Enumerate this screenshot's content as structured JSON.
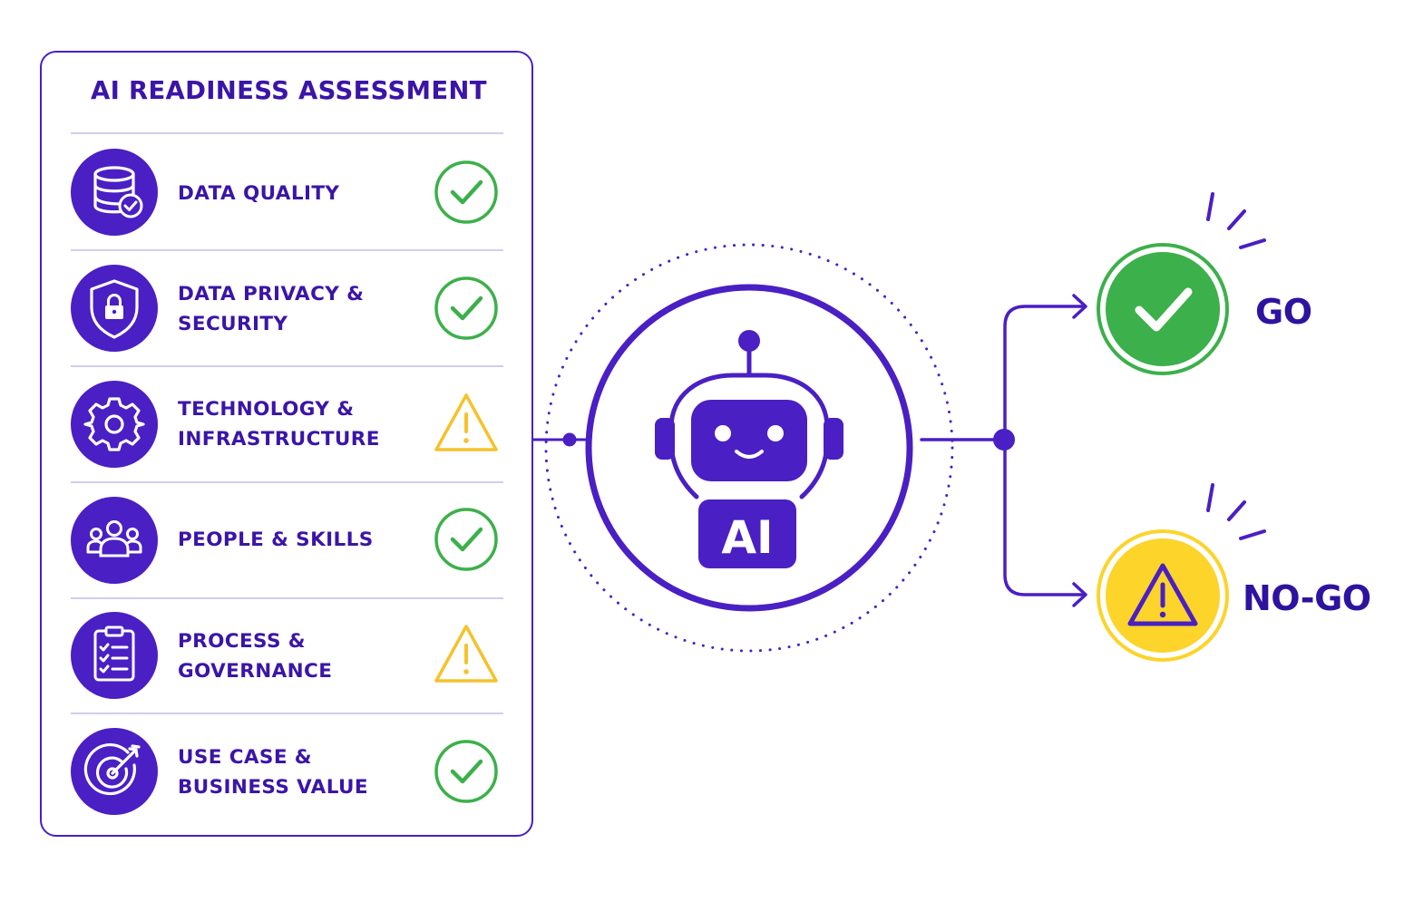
{
  "assessment": {
    "title": "AI READINESS ASSESSMENT",
    "items": [
      {
        "label_line1": "DATA QUALITY",
        "label_line2": "",
        "icon": "database-check-icon",
        "status": "pass"
      },
      {
        "label_line1": "DATA PRIVACY &",
        "label_line2": "SECURITY",
        "icon": "shield-lock-icon",
        "status": "pass"
      },
      {
        "label_line1": "TECHNOLOGY &",
        "label_line2": "INFRASTRUCTURE",
        "icon": "gear-icon",
        "status": "warning"
      },
      {
        "label_line1": "PEOPLE & SKILLS",
        "label_line2": "",
        "icon": "people-group-icon",
        "status": "pass"
      },
      {
        "label_line1": "PROCESS &",
        "label_line2": "GOVERNANCE",
        "icon": "clipboard-checklist-icon",
        "status": "warning"
      },
      {
        "label_line1": "USE CASE &",
        "label_line2": "BUSINESS VALUE",
        "icon": "target-arrow-icon",
        "status": "pass"
      }
    ]
  },
  "center": {
    "icon": "robot-icon",
    "badge_text": "AI"
  },
  "outcomes": {
    "go": {
      "label": "GO",
      "icon": "check-icon",
      "color": "#3cb04a"
    },
    "nogo": {
      "label": "NO-GO",
      "icon": "warning-icon",
      "color": "#fcd42a"
    }
  },
  "colors": {
    "brand": "#4a1fc4",
    "pass": "#3cb04a",
    "warning": "#f5c22b",
    "divider": "#d4ccee"
  }
}
